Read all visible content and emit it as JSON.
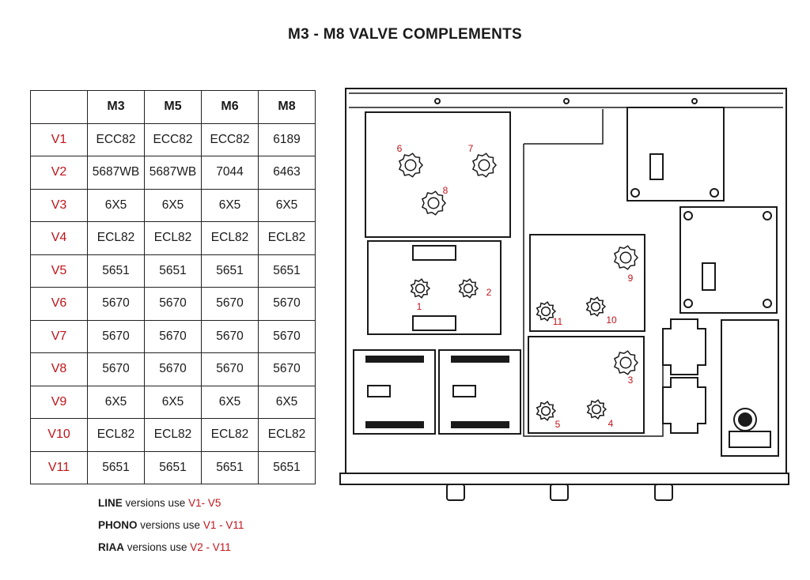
{
  "title": "M3 - M8 VALVE COMPLEMENTS",
  "table": {
    "headers": [
      "",
      "M3",
      "M5",
      "M6",
      "M8"
    ],
    "rows": [
      {
        "valve": "V1",
        "m3": "ECC82",
        "m5": "ECC82",
        "m6": "ECC82",
        "m8": "6189"
      },
      {
        "valve": "V2",
        "m3": "5687WB",
        "m5": "5687WB",
        "m6": "7044",
        "m8": "6463"
      },
      {
        "valve": "V3",
        "m3": "6X5",
        "m5": "6X5",
        "m6": "6X5",
        "m8": "6X5"
      },
      {
        "valve": "V4",
        "m3": "ECL82",
        "m5": "ECL82",
        "m6": "ECL82",
        "m8": "ECL82"
      },
      {
        "valve": "V5",
        "m3": "5651",
        "m5": "5651",
        "m6": "5651",
        "m8": "5651"
      },
      {
        "valve": "V6",
        "m3": "5670",
        "m5": "5670",
        "m6": "5670",
        "m8": "5670"
      },
      {
        "valve": "V7",
        "m3": "5670",
        "m5": "5670",
        "m6": "5670",
        "m8": "5670"
      },
      {
        "valve": "V8",
        "m3": "5670",
        "m5": "5670",
        "m6": "5670",
        "m8": "5670"
      },
      {
        "valve": "V9",
        "m3": "6X5",
        "m5": "6X5",
        "m6": "6X5",
        "m8": "6X5"
      },
      {
        "valve": "V10",
        "m3": "ECL82",
        "m5": "ECL82",
        "m6": "ECL82",
        "m8": "ECL82"
      },
      {
        "valve": "V11",
        "m3": "5651",
        "m5": "5651",
        "m6": "5651",
        "m8": "5651"
      }
    ]
  },
  "notes": [
    {
      "name": "LINE",
      "text": " versions use ",
      "range": "V1- V5"
    },
    {
      "name": "PHONO",
      "text": " versions use ",
      "range": "V1 - V11"
    },
    {
      "name": "RIAA",
      "text": " versions use ",
      "range": "V2 - V11"
    }
  ],
  "diagram": {
    "socket_labels": [
      "1",
      "2",
      "3",
      "4",
      "5",
      "6",
      "7",
      "8",
      "9",
      "10",
      "11"
    ],
    "accent_color": "#c0141b",
    "line_color": "#1a1a1a"
  }
}
